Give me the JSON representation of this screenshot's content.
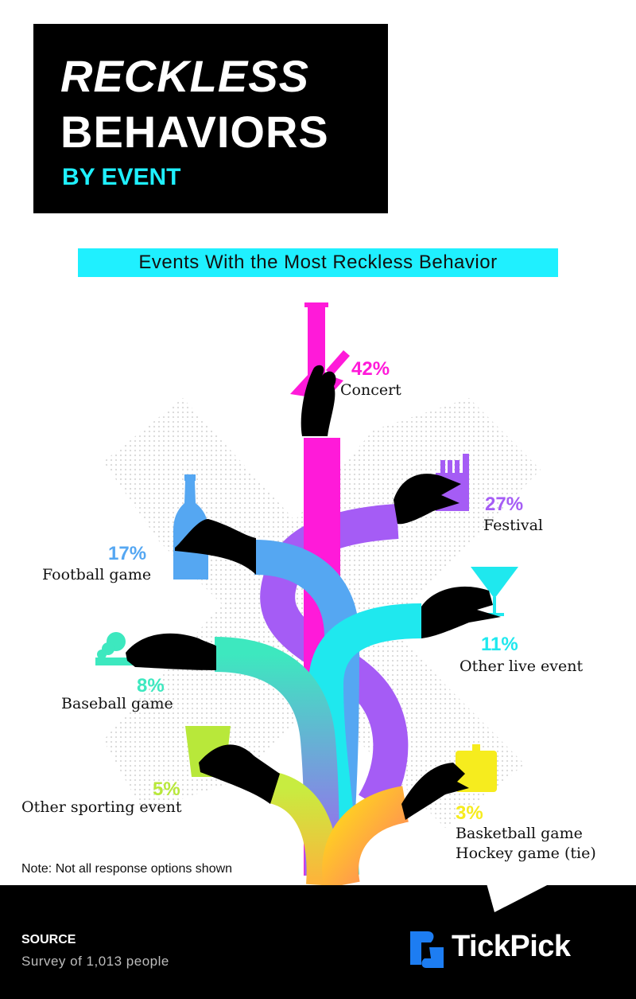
{
  "header": {
    "title_line1": "RECKLESS",
    "title_line2": "BEHAVIORS",
    "title_line3": "BY EVENT"
  },
  "colors": {
    "accent_cyan": "#1ff0ff",
    "concert": "#ff1ad9",
    "festival": "#a55cf5",
    "football": "#55a7f2",
    "other_live": "#1fe8ee",
    "baseball": "#3de8bf",
    "other_sporting": "#b8e83a",
    "basketball_hockey": "#f6ec1e"
  },
  "chart_data": {
    "type": "pictorial",
    "title": "Events With the Most Reckless Behavior",
    "unit": "%",
    "categories": [
      "Concert",
      "Festival",
      "Football game",
      "Other live event",
      "Baseball game",
      "Other sporting event",
      "Basketball game\nHockey game (tie)"
    ],
    "values": [
      42,
      27,
      17,
      11,
      8,
      5,
      3
    ],
    "value_labels": [
      "42%",
      "27%",
      "17%",
      "11%",
      "8%",
      "5%",
      "3%"
    ],
    "icons": [
      "bong-icon",
      "cigarette-pack-icon",
      "beer-bottle-icon",
      "martini-glass-icon",
      "joint-smoke-icon",
      "shot-glass-icon",
      "flask-icon"
    ]
  },
  "note": "Note: Not all response options shown",
  "footer": {
    "source_label": "SOURCE",
    "source_text": "Survey of 1,013 people",
    "brand": "TickPick"
  }
}
